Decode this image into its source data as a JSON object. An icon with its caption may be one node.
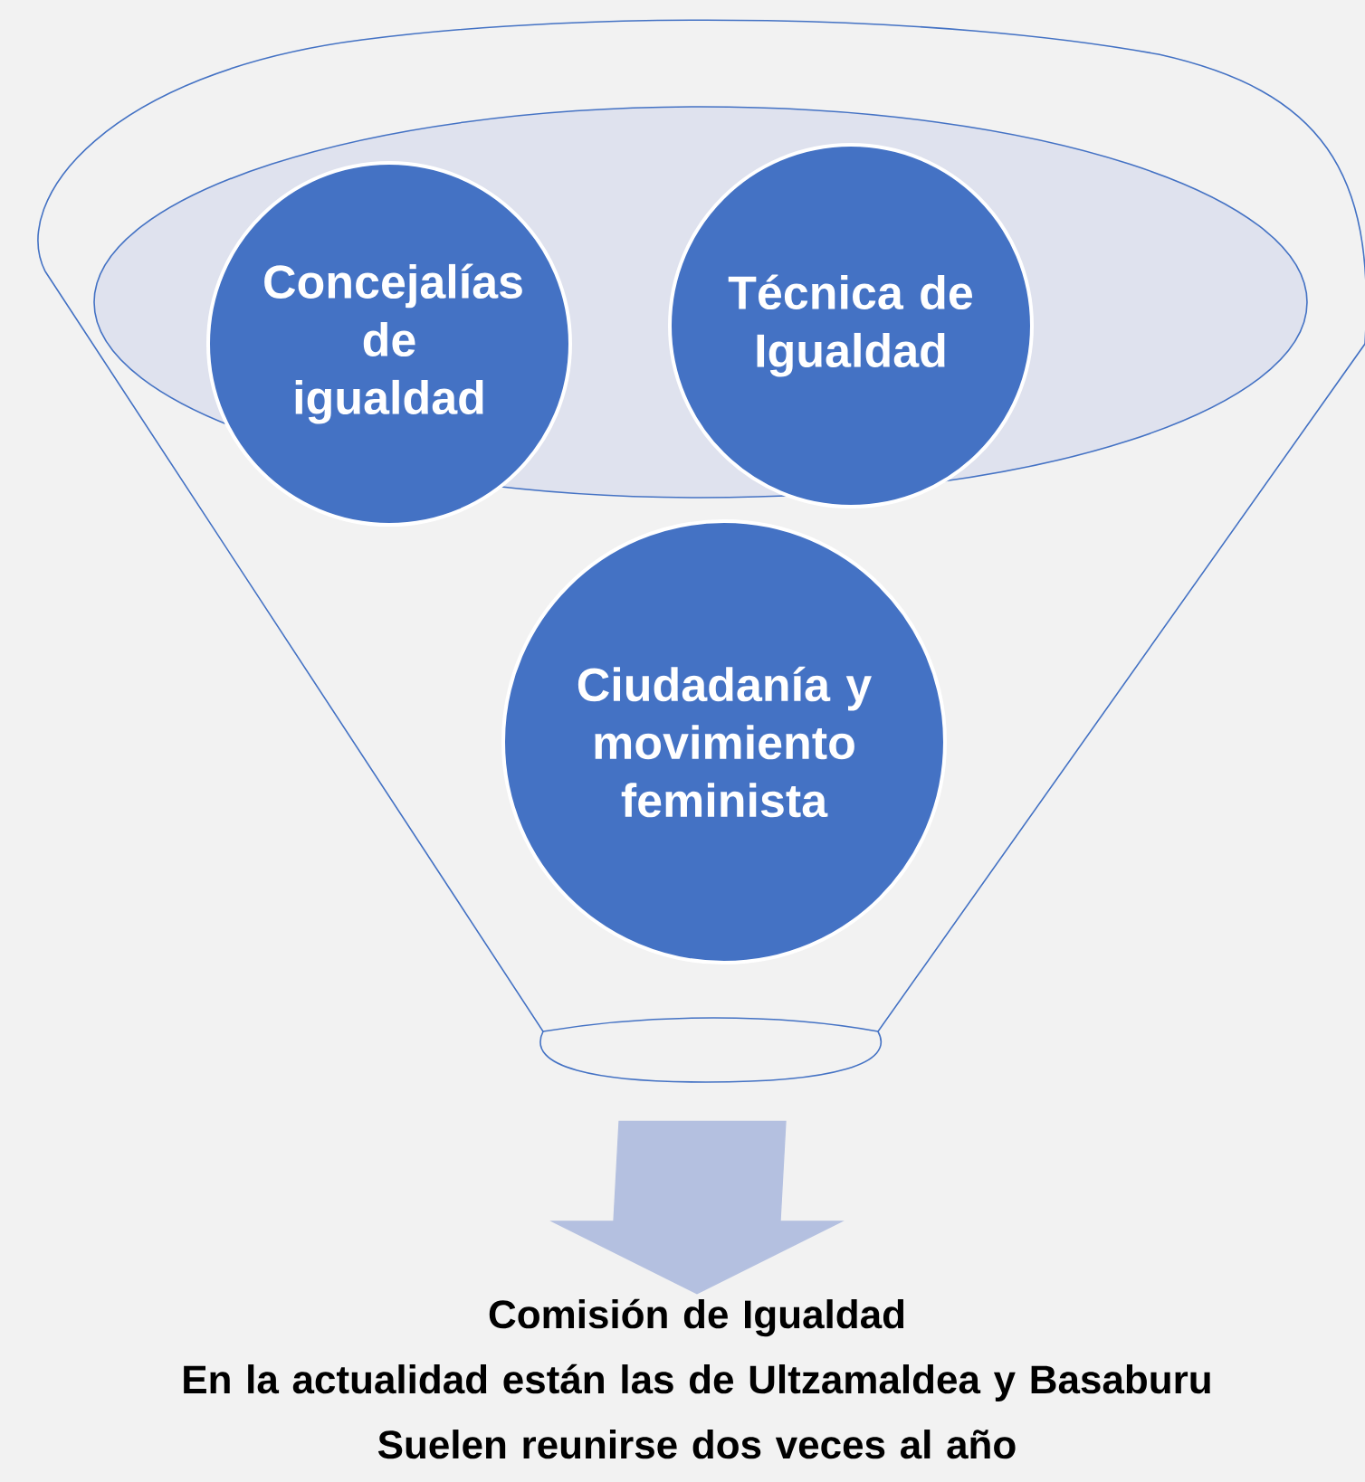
{
  "diagram": {
    "nodes": [
      {
        "text": [],
        "shape": "funnel"
      },
      {
        "text": [
          "Concejalías de igualdad"
        ],
        "in": 0
      },
      {
        "text": [
          "Técnica de Igualdad"
        ],
        "in": 0
      },
      {
        "text": [
          "Ciudadanía y movimiento feminista"
        ],
        "in": 0
      },
      {
        "text": [
          "Comisión de Igualdad",
          "En la actualidad están las de Ultzamaldea y Basaburu",
          "Suelen reunirse dos veces al año"
        ]
      }
    ],
    "edges": [
      {
        "from": 0,
        "to": 4,
        "arrow": "to",
        "style": "thick",
        "color": "#b4c0e0"
      }
    ]
  }
}
